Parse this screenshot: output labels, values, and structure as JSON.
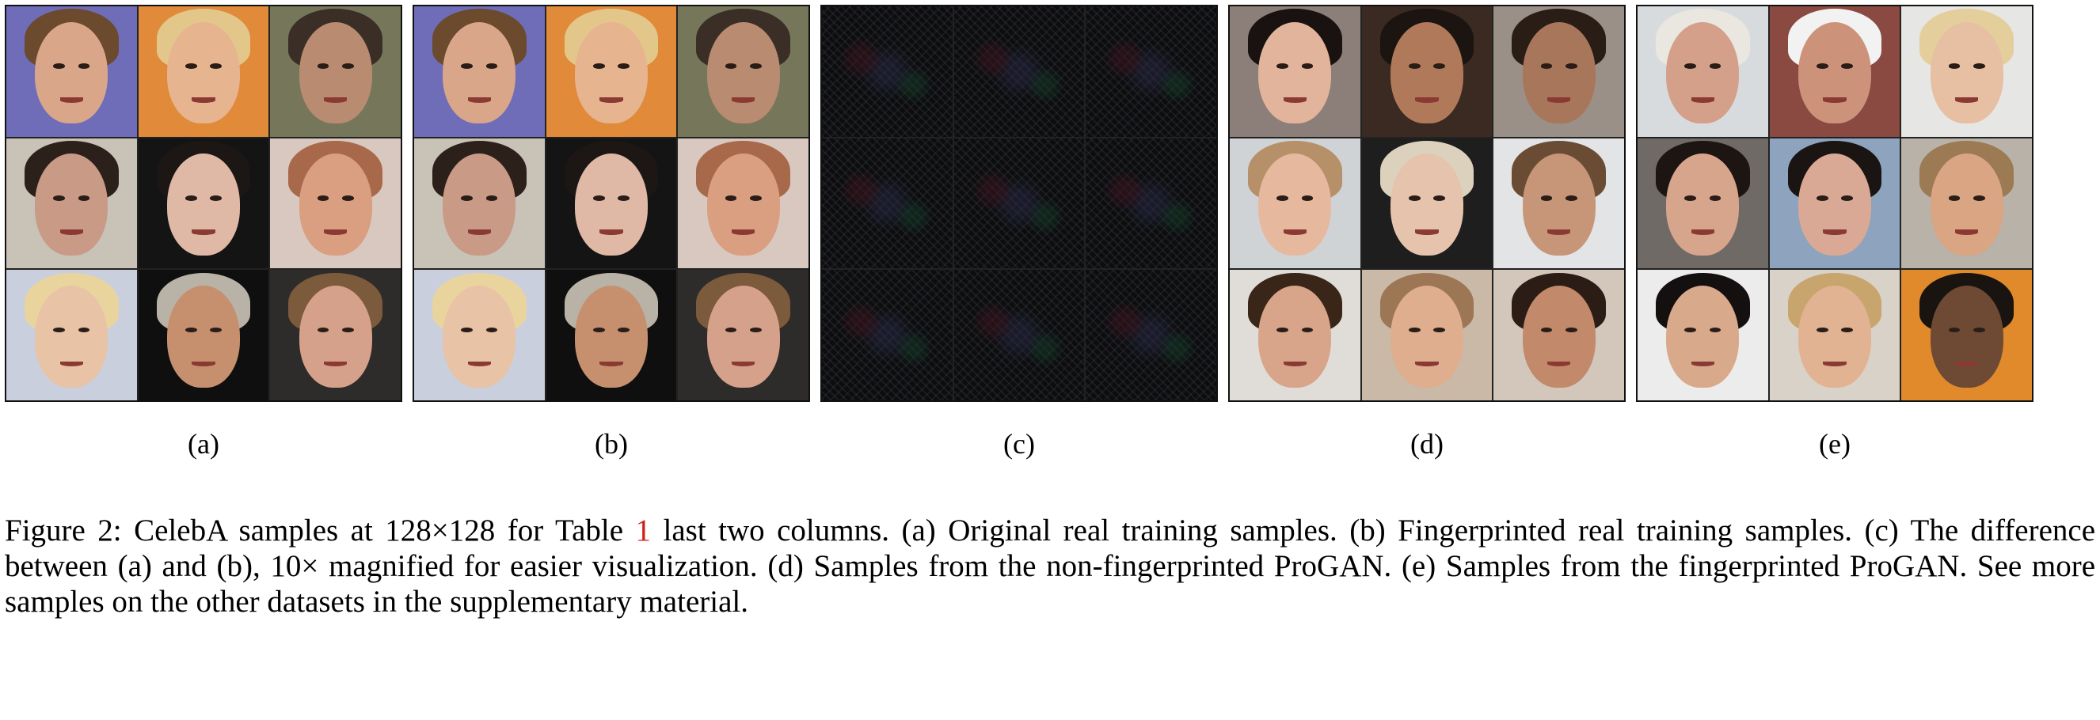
{
  "figure": {
    "panels": [
      {
        "id": "a",
        "label": "(a)",
        "kind": "faces"
      },
      {
        "id": "b",
        "label": "(b)",
        "kind": "faces"
      },
      {
        "id": "c",
        "label": "(c)",
        "kind": "noise"
      },
      {
        "id": "d",
        "label": "(d)",
        "kind": "faces"
      },
      {
        "id": "e",
        "label": "(e)",
        "kind": "faces"
      }
    ],
    "caption": {
      "prefix": "Figure 2: CelebA samples at 128×128 for Table ",
      "ref": "1",
      "suffix": " last two columns. (a) Original real training samples. (b) Fingerprinted real training samples. (c) The difference between (a) and (b), 10× magnified for easier visualization. (d) Samples from the non-fingerprinted ProGAN. (e) Samples from the fingerprinted ProGAN. See more samples on the other datasets in the supplementary material."
    }
  },
  "palettes": {
    "a": [
      {
        "bg": "#6f6db8",
        "skin": "#d9a68a",
        "hair": "#6b4a2e"
      },
      {
        "bg": "#e08a3a",
        "skin": "#e6b48f",
        "hair": "#e3c78a"
      },
      {
        "bg": "#76775a",
        "skin": "#b98b70",
        "hair": "#3a2e26"
      },
      {
        "bg": "#c9c2b7",
        "skin": "#c99a86",
        "hair": "#2c201a"
      },
      {
        "bg": "#141414",
        "skin": "#dfb9a6",
        "hair": "#1c1714"
      },
      {
        "bg": "#d9c8c0",
        "skin": "#d99f80",
        "hair": "#a8694a"
      },
      {
        "bg": "#c9cfdc",
        "skin": "#e8c3a6",
        "hair": "#ead49e"
      },
      {
        "bg": "#0f0f0f",
        "skin": "#c6906f",
        "hair": "#b9b2a6"
      },
      {
        "bg": "#2e2c2a",
        "skin": "#d6a18a",
        "hair": "#7c5a3c"
      }
    ],
    "b": [
      {
        "bg": "#6f6db8",
        "skin": "#d9a68a",
        "hair": "#6b4a2e"
      },
      {
        "bg": "#e08a3a",
        "skin": "#e6b48f",
        "hair": "#e3c78a"
      },
      {
        "bg": "#76775a",
        "skin": "#b98b70",
        "hair": "#3a2e26"
      },
      {
        "bg": "#c9c2b7",
        "skin": "#c99a86",
        "hair": "#2c201a"
      },
      {
        "bg": "#141414",
        "skin": "#dfb9a6",
        "hair": "#1c1714"
      },
      {
        "bg": "#d9c8c0",
        "skin": "#d99f80",
        "hair": "#a8694a"
      },
      {
        "bg": "#c9cfdc",
        "skin": "#e8c3a6",
        "hair": "#ead49e"
      },
      {
        "bg": "#0f0f0f",
        "skin": "#c6906f",
        "hair": "#b9b2a6"
      },
      {
        "bg": "#2e2c2a",
        "skin": "#d6a18a",
        "hair": "#7c5a3c"
      }
    ],
    "d": [
      {
        "bg": "#8c7f79",
        "skin": "#e2b49c",
        "hair": "#1a1210"
      },
      {
        "bg": "#3a2a22",
        "skin": "#b07a5a",
        "hair": "#1b1410"
      },
      {
        "bg": "#9a9088",
        "skin": "#a8765a",
        "hair": "#2a1d16"
      },
      {
        "bg": "#cfd3d6",
        "skin": "#e6b99e",
        "hair": "#b69068"
      },
      {
        "bg": "#1e1e1e",
        "skin": "#e5c3ad",
        "hair": "#dcd1bd"
      },
      {
        "bg": "#e2e4e6",
        "skin": "#c79679",
        "hair": "#6a4c34"
      },
      {
        "bg": "#e0dcd8",
        "skin": "#d8a58a",
        "hair": "#3a2619"
      },
      {
        "bg": "#c9b9a6",
        "skin": "#dfae8e",
        "hair": "#9d7656"
      },
      {
        "bg": "#d3c7bb",
        "skin": "#c2896a",
        "hair": "#2b1d15"
      }
    ],
    "e": [
      {
        "bg": "#d8dbde",
        "skin": "#d4a08a",
        "hair": "#eae6e0"
      },
      {
        "bg": "#8a4a42",
        "skin": "#cc927a",
        "hair": "#f2f2f2"
      },
      {
        "bg": "#e6e6e4",
        "skin": "#e7bfa2",
        "hair": "#e4ce9c"
      },
      {
        "bg": "#6f6a66",
        "skin": "#d7a58b",
        "hair": "#1d1512"
      },
      {
        "bg": "#8ea3bd",
        "skin": "#d9a995",
        "hair": "#1a1412"
      },
      {
        "bg": "#b8b2a8",
        "skin": "#d9a583",
        "hair": "#9c7a54"
      },
      {
        "bg": "#ececec",
        "skin": "#d9a98c",
        "hair": "#141010"
      },
      {
        "bg": "#d9d2c8",
        "skin": "#e2b393",
        "hair": "#c9a56e"
      },
      {
        "bg": "#e08a2c",
        "skin": "#6e4a34",
        "hair": "#1a1410"
      }
    ]
  }
}
